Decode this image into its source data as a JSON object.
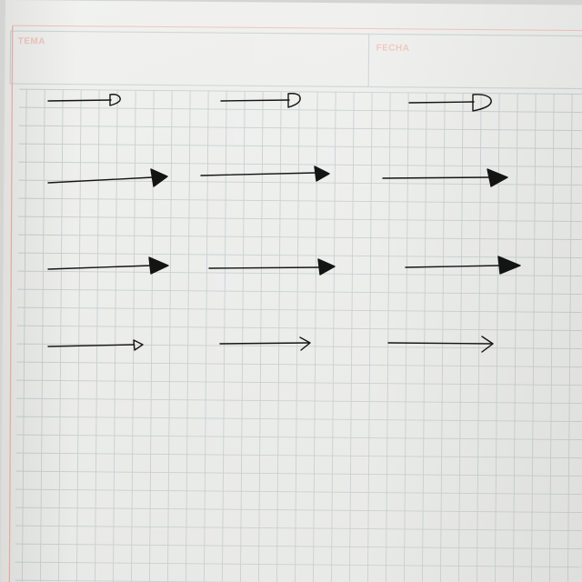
{
  "sheet": {
    "header": {
      "field_left": "TEMA",
      "field_right": "FECHA"
    },
    "colors": {
      "paper": "#eeefed",
      "grid_line": "#c7cfd3",
      "margin_line": "#efb6aa",
      "header_text": "#f2c6bd",
      "ink": "#141414"
    }
  },
  "arrows": {
    "rows": [
      {
        "head_style": "outline-rounded",
        "count": 3
      },
      {
        "head_style": "filled-triangle",
        "count": 3
      },
      {
        "head_style": "filled-triangle",
        "count": 3
      },
      {
        "head_style": "mixed-outline-open",
        "count": 3
      }
    ]
  }
}
